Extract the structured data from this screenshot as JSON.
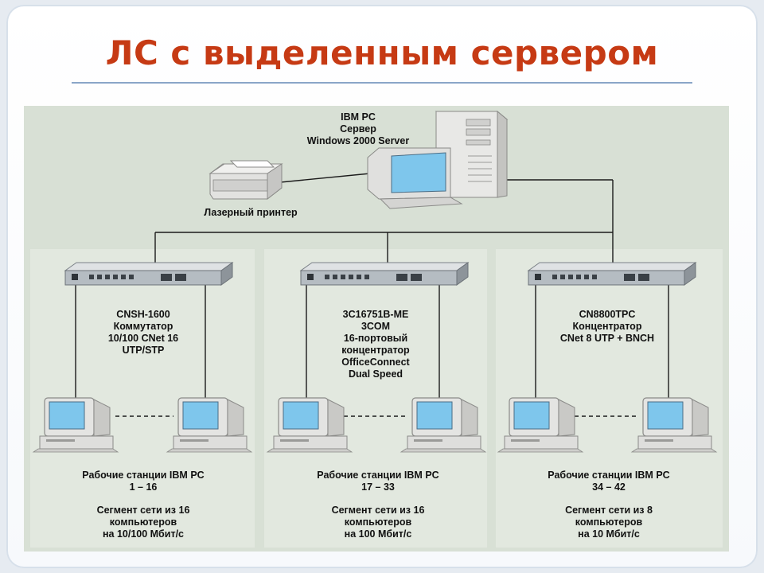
{
  "title": "ЛС с выделенным сервером",
  "server": {
    "lines": [
      "IBM PC",
      "Сервер",
      "Windows 2000 Server"
    ]
  },
  "printer": {
    "label": "Лазерный принтер"
  },
  "segments": [
    {
      "device": [
        "CNSH-1600",
        "Коммутатор",
        "10/100 CNet 16",
        "UTP/STP"
      ],
      "stations": [
        "Рабочие станции IBM PC",
        "1 – 16"
      ],
      "segment_info": [
        "Сегмент сети из 16",
        "компьютеров",
        "на 10/100 Мбит/с"
      ]
    },
    {
      "device": [
        "3C16751B-ME",
        "3COM",
        "16-портовый",
        "концентратор",
        "OfficeConnect",
        "Dual Speed"
      ],
      "stations": [
        "Рабочие станции IBM PC",
        "17 – 33"
      ],
      "segment_info": [
        "Сегмент сети из 16",
        "компьютеров",
        "на 100 Мбит/с"
      ]
    },
    {
      "device": [
        "CN8800TPC",
        "Концентратор",
        "CNet 8 UTP + BNCH"
      ],
      "stations": [
        "Рабочие станции IBM PC",
        "34 – 42"
      ],
      "segment_info": [
        "Сегмент сети из 8",
        "компьютеров",
        "на 10 Мбит/с"
      ]
    }
  ],
  "colors": {
    "title": "#c63a14",
    "screen": "#7ec6ec",
    "background": "#d8e0d5"
  }
}
